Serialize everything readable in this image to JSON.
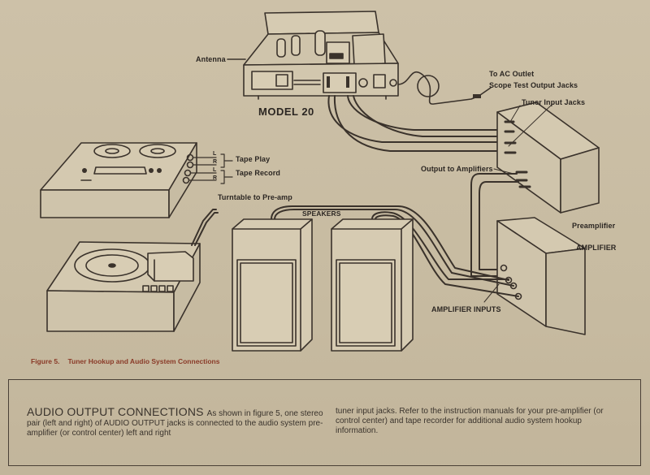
{
  "labels": {
    "antenna": "Antenna",
    "model": "MODEL 20",
    "ac_outlet": "To AC Outlet",
    "scope_jacks": "Scope Test Output Jacks",
    "tuner_input_jacks": "Tuner Input Jacks",
    "tape_play": "Tape Play",
    "tape_record": "Tape Record",
    "tape_l1": "L",
    "tape_r1": "R",
    "tape_l2": "L",
    "tape_r2": "R",
    "turntable": "Turntable to Pre-amp",
    "output_to_amplifiers": "Output to Amplifiers",
    "speakers": "SPEAKERS",
    "preamplifier": "Preamplifier",
    "amplifier": "AMPLIFIER",
    "amplifier_inputs": "AMPLIFIER INPUTS"
  },
  "caption": {
    "figure": "Figure 5.",
    "text": "Tuner Hookup and Audio System Connections"
  },
  "section": {
    "heading": "AUDIO OUTPUT CONNECTIONS",
    "col1_text": "As shown in figure 5, one stereo pair (left and right) of AUDIO OUTPUT jacks is connected to the audio system pre-amplifier (or control center) left and right",
    "col2_text": "tuner input jacks. Refer to the instruction manuals for your pre-amplifier (or control center) and tape recorder for additional audio system hookup information."
  }
}
